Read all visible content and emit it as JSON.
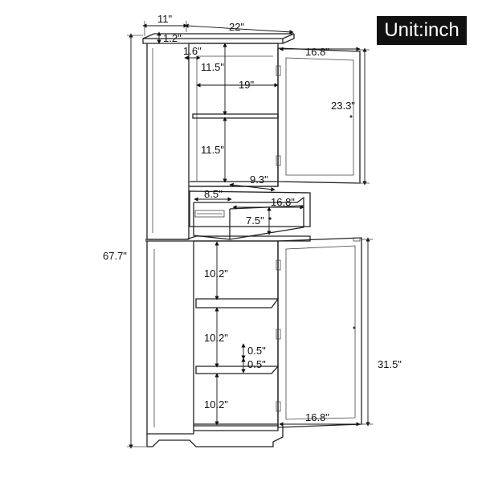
{
  "unit_label": "Unit:inch",
  "dimensions": {
    "depth": "11\"",
    "width": "22\"",
    "crown": "1.2\"",
    "side": "1.6\"",
    "upper_shelf_top": "11.5\"",
    "inner_width": "19\"",
    "upper_shelf_bottom": "11.5\"",
    "upper_door_width": "16.8\"",
    "upper_door_height": "23.3\"",
    "drawer_depth": "9.3\"",
    "drawer_side": "8.5\"",
    "drawer_width": "16.8\"",
    "drawer_height": "7.5\"",
    "total_height": "67.7\"",
    "lower_shelf_1": "10.2\"",
    "lower_shelf_2": "10.2\"",
    "lower_shelf_3": "10.2\"",
    "shelf_thick_1": "0.5\"",
    "shelf_thick_2": "0.5\"",
    "lower_door_height": "31.5\"",
    "lower_door_width": "16.8\""
  }
}
